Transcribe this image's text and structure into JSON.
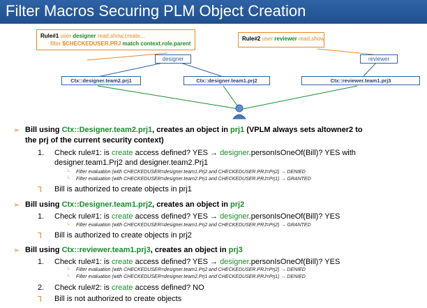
{
  "title": "Filter Macros Securing PLM Object Creation",
  "rule1": {
    "label": "Rule#1",
    "line1_pre": "user",
    "line1_role": "designer",
    "line1_rest": "read,show,create...",
    "line2_pre": "filter",
    "line2_var": "$CHECKEDUSER.PRJ",
    "line2_match": "match",
    "line2_rest": "context.role.parent"
  },
  "rule2": {
    "label": "Rule#2",
    "pre": "user",
    "role": "reviewer",
    "rest": "read,show"
  },
  "roles": {
    "designer": "designer",
    "reviewer": "reviewer"
  },
  "contexts": {
    "c1": "Ctx::designer.team2.prj1",
    "c2": "Ctx::designer.team1.prj2",
    "c3": "Ctx::reviewer.team1.prj3"
  },
  "bullets": {
    "b1": {
      "a": "Bill using ",
      "ctx": "Ctx::Designer.team2.prj1",
      "b": ", creates an object in ",
      "prj": "prj1",
      "c": " (VPLM always sets altowner2 to",
      "line2": "the prj of the current security context)",
      "s1_num": "1.",
      "s1_a": "Check rule#1: is ",
      "s1_kw": "create",
      "s1_b": " access defined? YES → ",
      "s1_role": "designer",
      "s1_c": ".personIsOneOf(Bill)? YES with",
      "s1_line2": "designer.team1.Prj2 and designer.team2.Prj1",
      "f1": "Filter evaluation (with CHECKEDUSER=designer.team1.Prj2  and CHECKEDUSER.PRJ=Prj2)  → DENIED",
      "f2": "Filter evaluation (with CHECKEDUSER=designer.team2.Prj1  and CHECKEDUSER.PRJ=Prj1)  → GRANTED",
      "result": "Bill is authorized to create objects in prj1"
    },
    "b2": {
      "a": "Bill using ",
      "ctx": "Ctx::Designer.team1.prj2",
      "b": ", creates an object in ",
      "prj": "prj2",
      "s1_num": "1.",
      "s1_a": "Check rule#1: is ",
      "s1_kw": "create",
      "s1_b": " access defined? YES → ",
      "s1_role": "designer",
      "s1_c": ".personIsOneOf(Bill)? YES",
      "f1": "Filter evaluation (with CHECKEDUSER=designer.team1.Prj2  and CHECKEDUSER.PRJ=Prj2)  → GRANTED",
      "result": "Bill is authorized to create objects in prj2"
    },
    "b3": {
      "a": "Bill using ",
      "ctx": "Ctx::reviewer.team1.prj3",
      "b": ", creates an object in ",
      "prj": "prj3",
      "s1_num": "1.",
      "s1_a": "Check rule#1: is ",
      "s1_kw": "create",
      "s1_b": " access defined? YES → ",
      "s1_role": "designer",
      "s1_c": ".personIsOneOf(Bill)? YES",
      "f1": "Filter evaluation (with CHECKEDUSER=designer.team1.Prj2  and CHECKEDUSER.PRJ=Prj2)  → DENIED",
      "f2": "Filter evaluation (with CHECKEDUSER=designer.team2.Prj1  and CHECKEDUSER.PRJ=Prj1)  → DENIED",
      "s2_num": "2.",
      "s2_a": "Check rule#2: is ",
      "s2_kw": "create",
      "s2_b": " access defined? NO",
      "result": "Bill is not authorized to create objects"
    }
  },
  "colors": {
    "header": "#2e63a6",
    "accent": "#e38a2a",
    "keyword": "#1a8c2a"
  }
}
